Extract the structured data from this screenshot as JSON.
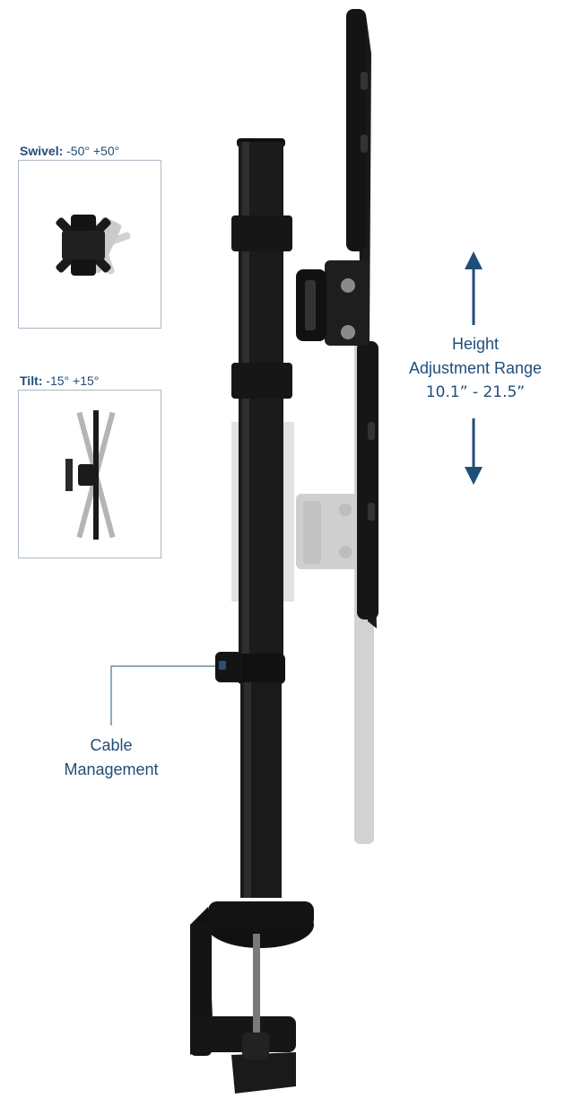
{
  "swivel": {
    "label": "Swivel:",
    "range": "-50° +50°"
  },
  "tilt": {
    "label": "Tilt:",
    "range": "-15° +15°"
  },
  "height": {
    "line1": "Height",
    "line2": "Adjustment Range",
    "range": "10.1” - 21.5”"
  },
  "cable": {
    "line1": "Cable",
    "line2": "Management"
  },
  "colors": {
    "accent": "#1f4e79",
    "mount": "#1a1a1a",
    "ghost": "#c8c8c8",
    "inset_border": "#a9b7c4"
  }
}
